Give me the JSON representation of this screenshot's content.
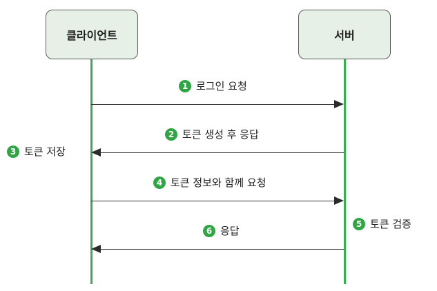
{
  "actors": {
    "client": "클라이언트",
    "server": "서버"
  },
  "steps": [
    {
      "num": "1",
      "label": "로그인 요청"
    },
    {
      "num": "2",
      "label": "토큰 생성 후 응답"
    },
    {
      "num": "3",
      "label": "토큰 저장"
    },
    {
      "num": "4",
      "label": "토큰 정보와 함께 요청"
    },
    {
      "num": "5",
      "label": "토큰 검증"
    },
    {
      "num": "6",
      "label": "응답"
    }
  ],
  "colors": {
    "lifeline": "#2fb34a",
    "badge": "#2fa544",
    "actor_fill": "#e6f0e6",
    "arrow": "#2b2b2b"
  }
}
